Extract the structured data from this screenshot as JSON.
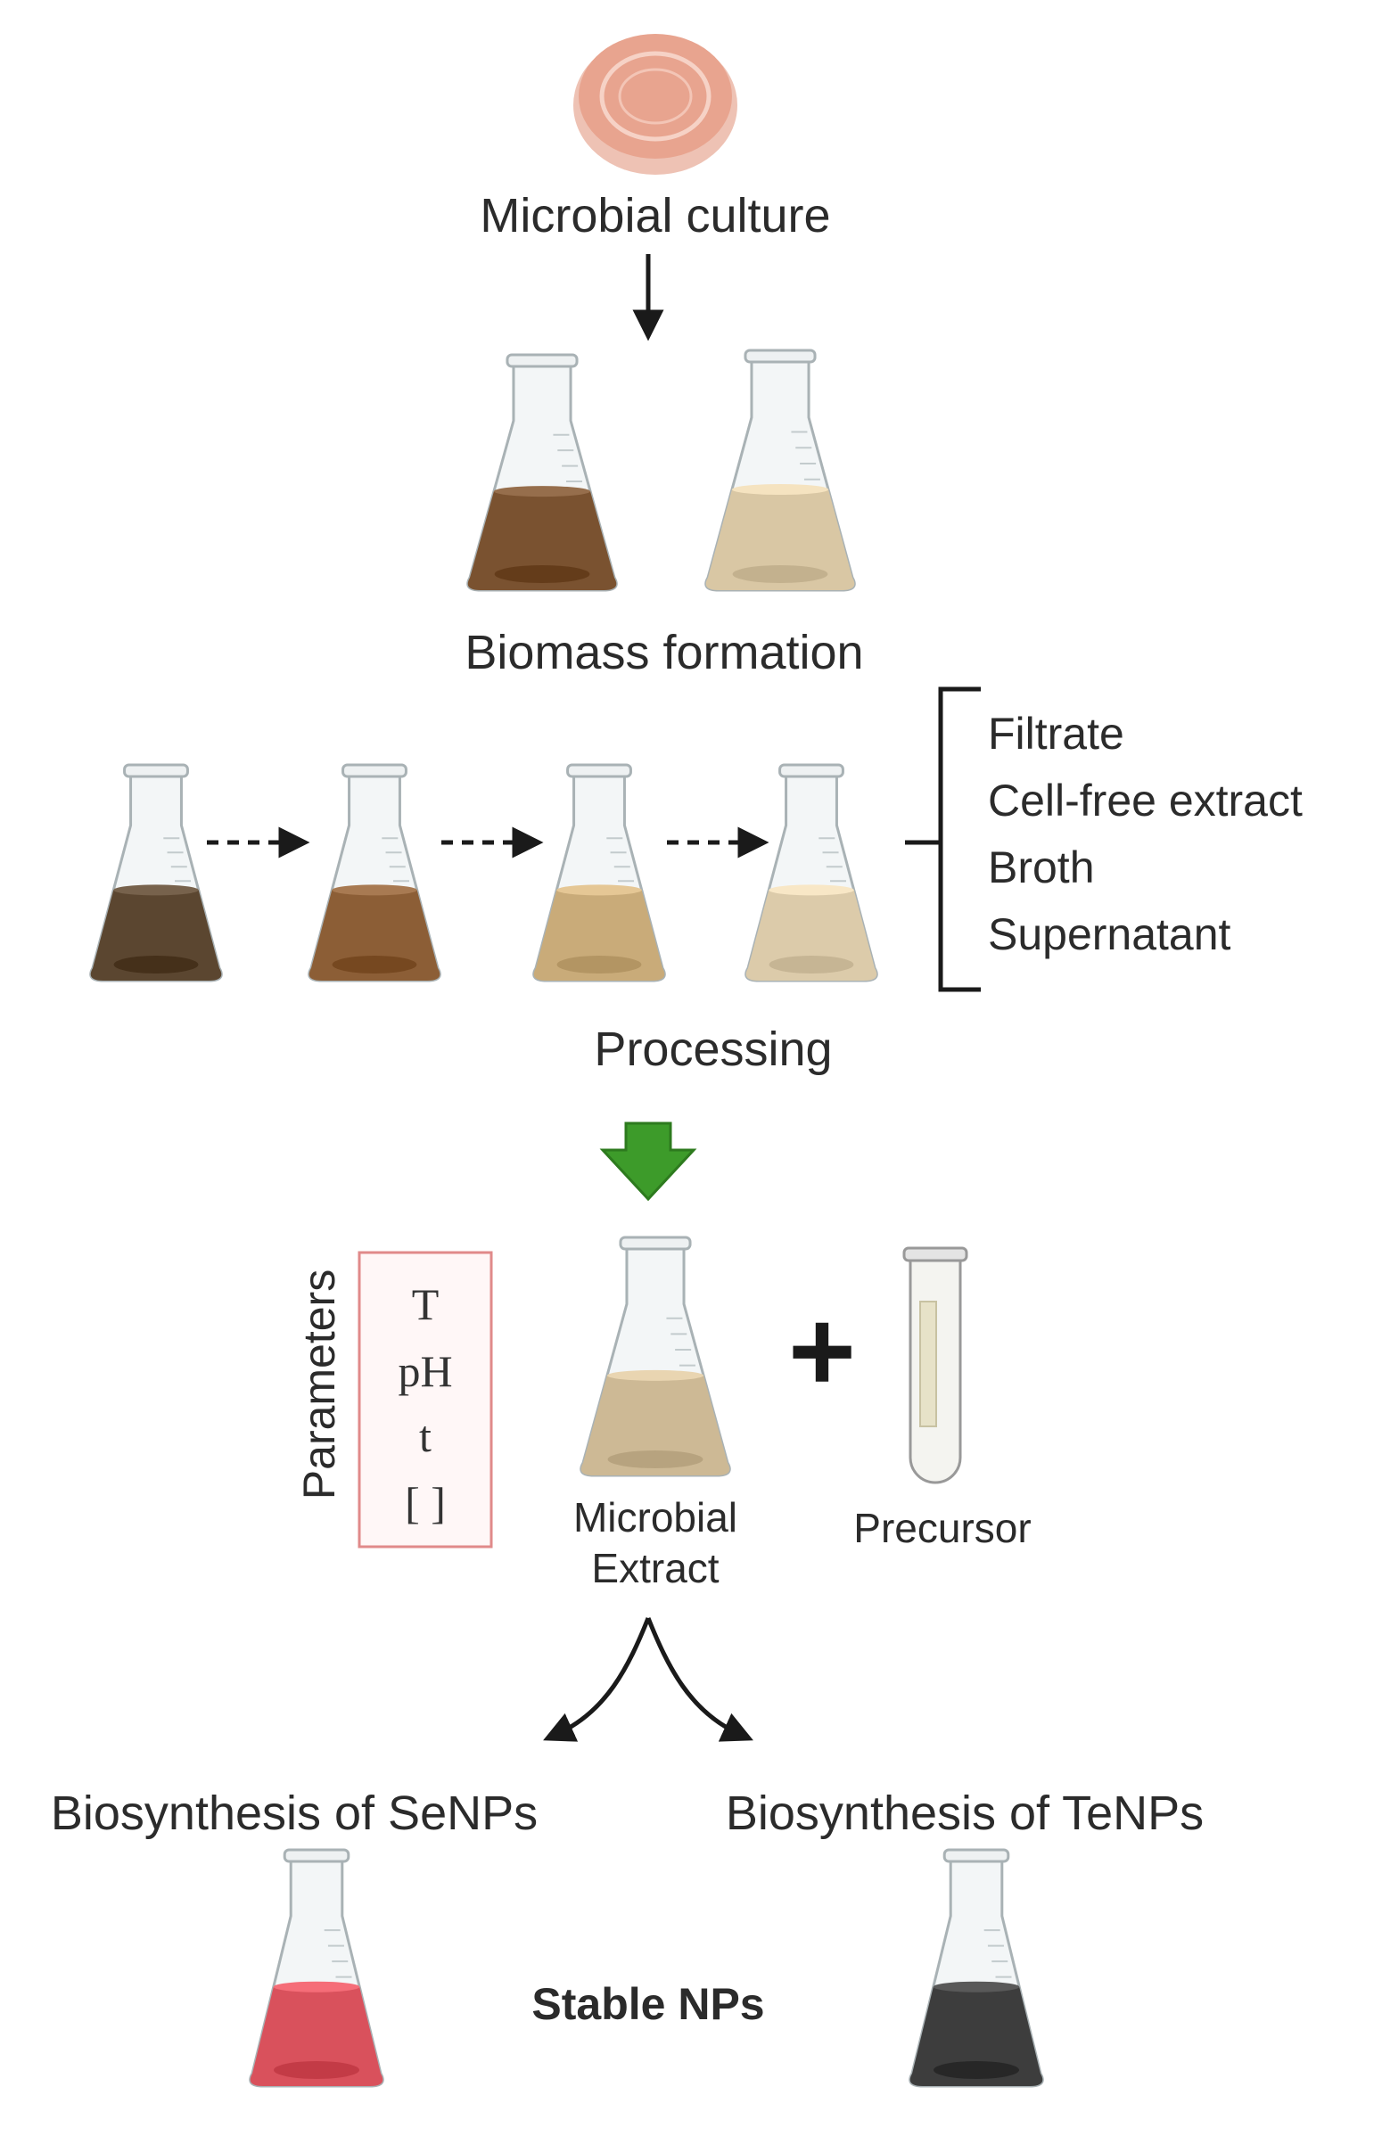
{
  "steps": {
    "culture": "Microbial culture",
    "biomass": "Biomass formation",
    "processing": "Processing"
  },
  "products": [
    "Filtrate",
    "Cell-free extract",
    "Broth",
    "Supernatant"
  ],
  "parameters": {
    "title": "Parameters",
    "items": [
      "T",
      "pH",
      "t",
      "[ ]"
    ]
  },
  "extract": {
    "line1": "Microbial",
    "line2": "Extract"
  },
  "plus_symbol": "+",
  "precursor": "Precursor",
  "outcomes": {
    "se": "Biosynthesis of SeNPs",
    "te": "Biosynthesis of TeNPs",
    "stable": "Stable NPs"
  },
  "colors": {
    "biomass_dark": "#7a5230",
    "biomass_light": "#d9c7a4",
    "proc_1": "#5b4630",
    "proc_2": "#8c5e36",
    "proc_3": "#c9ab79",
    "proc_4": "#dccbaa",
    "extract": "#cdb995",
    "se_np": "#d9515c",
    "te_np": "#3d3d3d",
    "green_arrow": "#3d9b2a",
    "param_box": "#e08a8a",
    "petri": "#e8a48f"
  },
  "icons": [
    "petri-dish-icon",
    "erlenmeyer-flask-icon",
    "test-tube-icon",
    "arrow-down-icon",
    "green-arrow-icon",
    "curved-arrow-icon"
  ]
}
